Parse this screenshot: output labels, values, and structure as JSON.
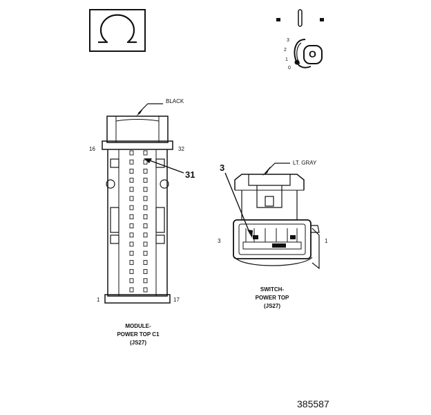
{
  "figure_id": "385587",
  "ignition_symbol": "omega-icon",
  "ignition_switch": {
    "off_symbol": "-",
    "run_symbol": "I",
    "key_letter": "O",
    "positions": [
      "3",
      "2",
      "1",
      "0"
    ]
  },
  "module_connector": {
    "wire_color": "BLACK",
    "pin_top_left": "16",
    "pin_top_right": "32",
    "pin_bottom_left": "1",
    "pin_bottom_right": "17",
    "callout_pin": "31",
    "name_line1": "MODULE-",
    "name_line2": "POWER TOP C1",
    "name_line3": "(JS27)"
  },
  "switch_connector": {
    "wire_color": "LT. GRAY",
    "callout_pin": "3",
    "pin_left": "3",
    "pin_right": "1",
    "name_line1": "SWITCH-",
    "name_line2": "POWER TOP",
    "name_line3": "(JS27)"
  }
}
